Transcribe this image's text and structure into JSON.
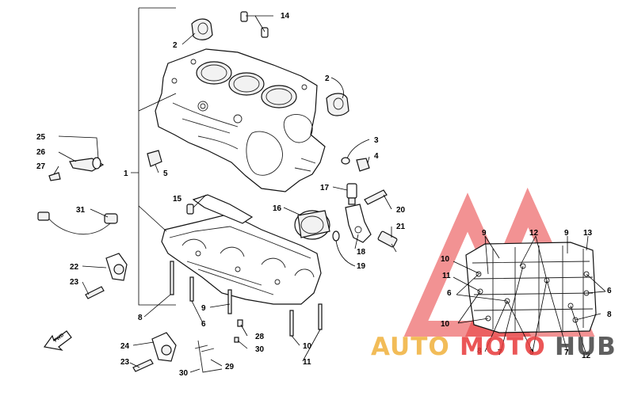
{
  "callouts": [
    {
      "id": "c14",
      "text": "14"
    },
    {
      "id": "c2a",
      "text": "2"
    },
    {
      "id": "c2b",
      "text": "2"
    },
    {
      "id": "c3",
      "text": "3"
    },
    {
      "id": "c4",
      "text": "4"
    },
    {
      "id": "c5",
      "text": "5"
    },
    {
      "id": "c25",
      "text": "25"
    },
    {
      "id": "c26",
      "text": "26"
    },
    {
      "id": "c27",
      "text": "27"
    },
    {
      "id": "c1",
      "text": "1"
    },
    {
      "id": "c17",
      "text": "17"
    },
    {
      "id": "c15",
      "text": "15"
    },
    {
      "id": "c16",
      "text": "16"
    },
    {
      "id": "c20",
      "text": "20"
    },
    {
      "id": "c21",
      "text": "21"
    },
    {
      "id": "c18",
      "text": "18"
    },
    {
      "id": "c19",
      "text": "19"
    },
    {
      "id": "c31",
      "text": "31"
    },
    {
      "id": "c22",
      "text": "22"
    },
    {
      "id": "c23a",
      "text": "23"
    },
    {
      "id": "c8a",
      "text": "8"
    },
    {
      "id": "c9a",
      "text": "9"
    },
    {
      "id": "c6a",
      "text": "6"
    },
    {
      "id": "c28",
      "text": "28"
    },
    {
      "id": "c30a",
      "text": "30"
    },
    {
      "id": "c10a",
      "text": "10"
    },
    {
      "id": "c11a",
      "text": "11"
    },
    {
      "id": "c24",
      "text": "24"
    },
    {
      "id": "c23b",
      "text": "23"
    },
    {
      "id": "c29",
      "text": "29"
    },
    {
      "id": "c30b",
      "text": "30"
    },
    {
      "id": "c9b",
      "text": "9"
    },
    {
      "id": "c12a",
      "text": "12"
    },
    {
      "id": "c9c",
      "text": "9"
    },
    {
      "id": "c13",
      "text": "13"
    },
    {
      "id": "c10b",
      "text": "10"
    },
    {
      "id": "c11b",
      "text": "11"
    },
    {
      "id": "c6b",
      "text": "6"
    },
    {
      "id": "c6c",
      "text": "6"
    },
    {
      "id": "c10c",
      "text": "10"
    },
    {
      "id": "c8b",
      "text": "8"
    },
    {
      "id": "c8c",
      "text": "8"
    },
    {
      "id": "c7a",
      "text": "7"
    },
    {
      "id": "c9d",
      "text": "9"
    },
    {
      "id": "c7b",
      "text": "7"
    },
    {
      "id": "c12b",
      "text": "12"
    }
  ],
  "fwd_badge": "FWD",
  "watermark": {
    "part1": "AUTO",
    "part2": "MOTO",
    "part3": "HUB",
    "color_orange": "#f0b13c",
    "color_red": "#e8393a",
    "color_dark": "#444444"
  }
}
